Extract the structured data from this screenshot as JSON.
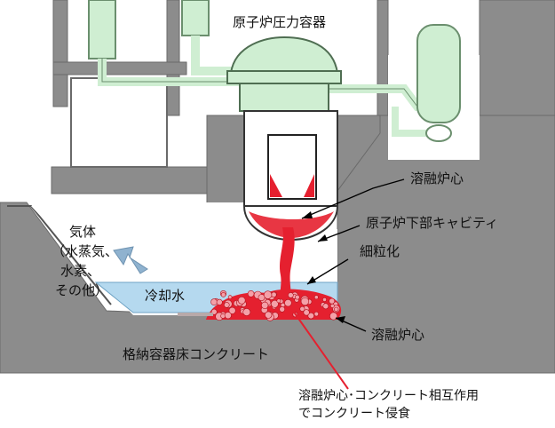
{
  "labels": {
    "rpv": "原子炉圧力容器",
    "molten_core_top": "溶融炉心",
    "lower_cavity": "原子炉下部キャビティ",
    "gas_line1": "気体",
    "gas_line2": "（水蒸気、",
    "gas_line3": "水素、",
    "gas_line4": "その他）",
    "fragmentation": "細粒化",
    "cooling_water": "冷却水",
    "molten_core_bottom": "溶融炉心",
    "floor_concrete": "格納容器床コンクリート",
    "mcci_line1": "溶融炉心･コンクリート相互作用",
    "mcci_line2": "でコンクリート侵食"
  },
  "colors": {
    "structure_gray": "#8c8c8c",
    "structure_stroke": "#6a6a6a",
    "pipe_green": "#cfeed2",
    "pipe_green_stroke": "#6b8f6e",
    "water_blue": "#b5d9ef",
    "molten_red": "#e5202f",
    "arrow_blue": "#8fb2cf"
  }
}
